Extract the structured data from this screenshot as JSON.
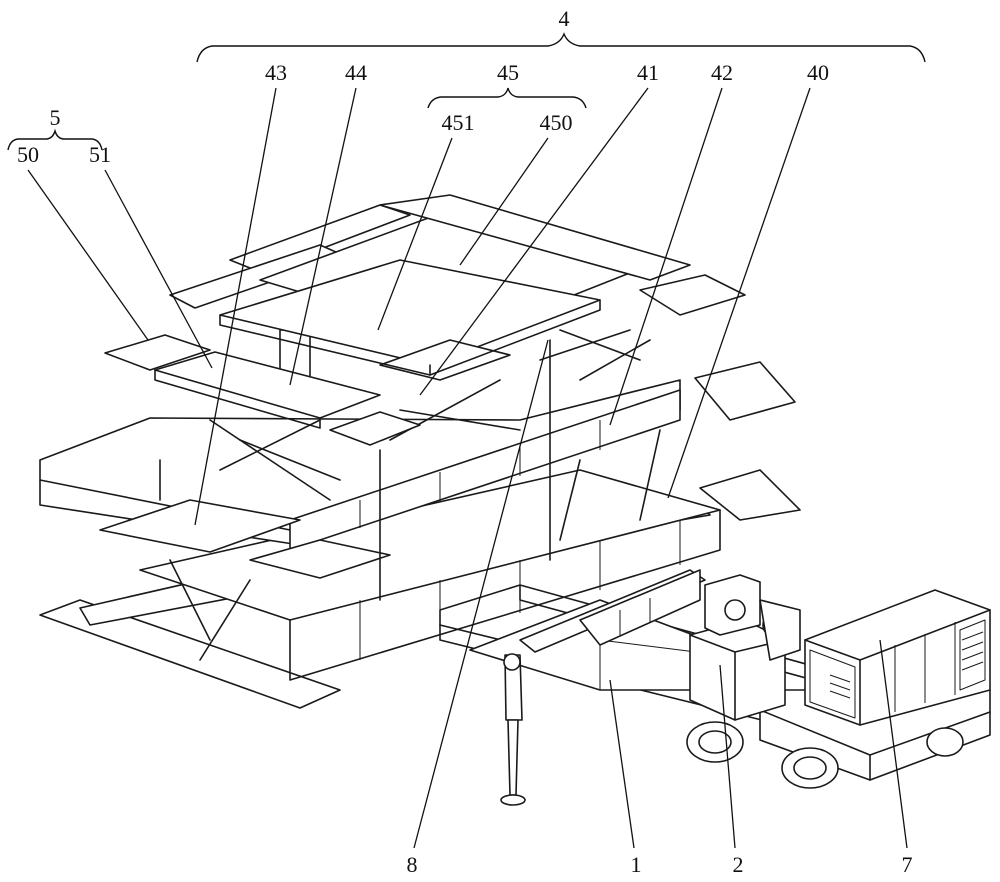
{
  "figure": {
    "labels": {
      "l4": "4",
      "l43": "43",
      "l44": "44",
      "l45": "45",
      "l41": "41",
      "l42": "42",
      "l40": "40",
      "l451": "451",
      "l450": "450",
      "l5": "5",
      "l50": "50",
      "l51": "51",
      "l8": "8",
      "l1": "1",
      "l2": "2",
      "l7": "7"
    }
  }
}
